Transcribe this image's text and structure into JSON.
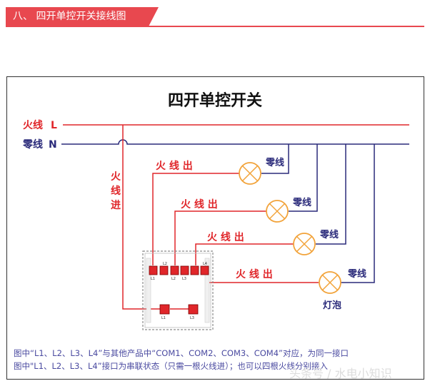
{
  "header": {
    "title": "八、 四开单控开关接线图"
  },
  "diagram": {
    "title": "四开单控开关",
    "live_label": "火线",
    "live_letter": "L",
    "neutral_label": "零线",
    "neutral_letter": "N",
    "live_in_label": [
      "火",
      "线",
      "进"
    ],
    "live_out_label": "火 线 出",
    "lamp_neutral_label": "零线",
    "lamp_label": "灯泡",
    "switch_terminals": {
      "top": [
        "L2",
        "L4"
      ],
      "top_small": [
        "L1",
        "L2",
        "L3"
      ],
      "bottom": [
        "L1",
        "L3"
      ]
    },
    "colors": {
      "live": "#e0262a",
      "neutral": "#2a2a7a",
      "lamp": "#f2a33a",
      "caption": "#4a4aa0"
    }
  },
  "caption": {
    "line1": "图中“L1、L2、L3、L4”与其他产品中“COM1、COM2、COM3、COM4”对应，为同一接口",
    "line2": "图中\"L1、L2、L3、L4”接口为串联状态（只需一根火线进）；也可以四根火线分别接入"
  },
  "watermark": "头条号 / 水电小知识"
}
